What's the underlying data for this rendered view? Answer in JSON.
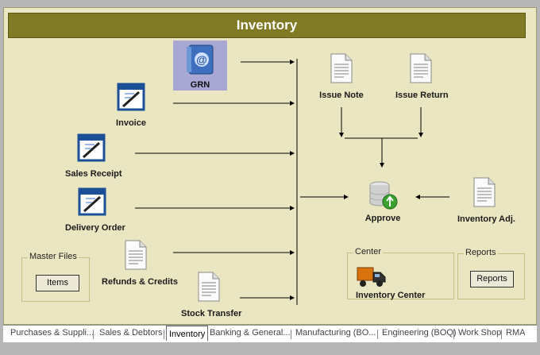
{
  "header": {
    "title": "Inventory"
  },
  "nodes": {
    "grn": "GRN",
    "invoice": "Invoice",
    "sales_receipt": "Sales Receipt",
    "delivery_order": "Delivery Order",
    "refunds_credits": "Refunds & Credits",
    "stock_transfer": "Stock Transfer",
    "issue_note": "Issue Note",
    "issue_return": "Issue Return",
    "approve": "Approve",
    "inventory_adj": "Inventory Adj."
  },
  "master_files": {
    "legend": "Master Files",
    "items_button": "Items"
  },
  "center": {
    "legend": "Center",
    "inventory_center": "Inventory Center"
  },
  "reports": {
    "legend": "Reports",
    "reports_button": "Reports"
  },
  "tabs": [
    {
      "label": "Purchases & Suppli..."
    },
    {
      "label": "Sales & Debtors"
    },
    {
      "label": "Inventory",
      "active": true
    },
    {
      "label": "Banking & General..."
    },
    {
      "label": "Manufacturing (BO..."
    },
    {
      "label": "Engineering (BOQ)"
    },
    {
      "label": "Work Shop"
    },
    {
      "label": "RMA"
    }
  ],
  "colors": {
    "title_bar": "#807a25",
    "panel": "#ebe6c2",
    "grn_highlight": "#a9a8d4",
    "approve_arrow": "#3aa12e"
  }
}
